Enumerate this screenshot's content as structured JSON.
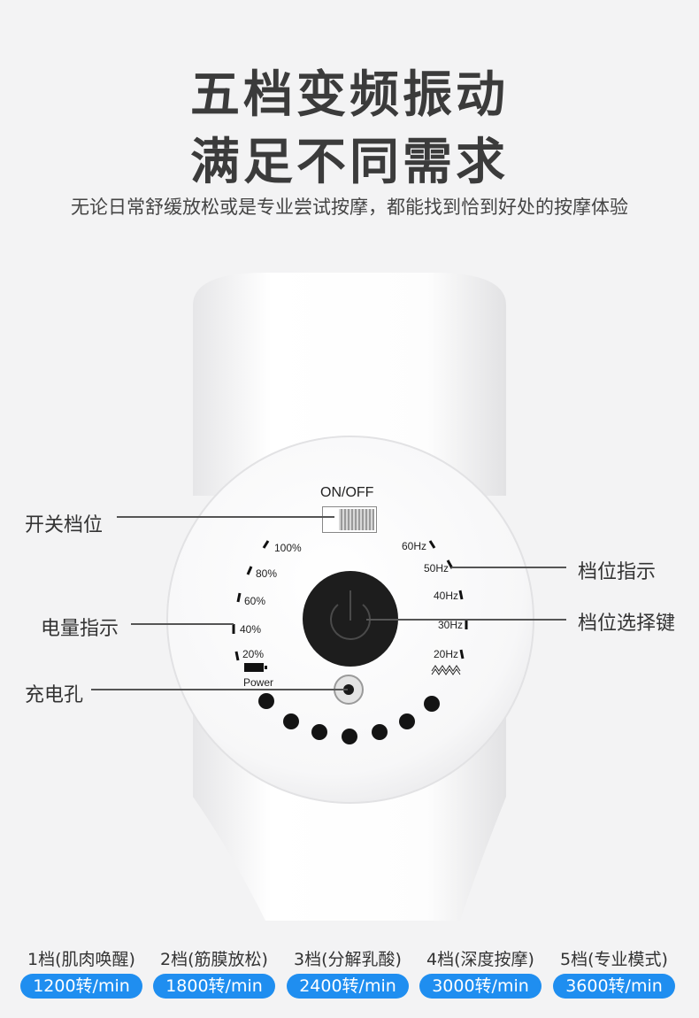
{
  "header": {
    "title_line1": "五档变频振动",
    "title_line2": "满足不同需求",
    "subtitle": "无论日常舒缓放松或是专业尝试按摩，都能找到恰到好处的按摩体验"
  },
  "callouts": {
    "switch": "开关档位",
    "battery": "电量指示",
    "charge": "充电孔",
    "gear_indicator": "档位指示",
    "gear_select": "档位选择键"
  },
  "panel": {
    "onoff": "ON/OFF",
    "battery_levels": [
      "100%",
      "80%",
      "60%",
      "40%",
      "20%"
    ],
    "power_label": "Power",
    "freq_levels": [
      "60Hz",
      "50Hz",
      "40Hz",
      "30Hz",
      "20Hz"
    ]
  },
  "gears": [
    {
      "label": "1档(肌肉唤醒)",
      "speed": "1200转/min"
    },
    {
      "label": "2档(筋膜放松)",
      "speed": "1800转/min"
    },
    {
      "label": "3档(分解乳酸)",
      "speed": "2400转/min"
    },
    {
      "label": "4档(深度按摩)",
      "speed": "3000转/min"
    },
    {
      "label": "5档(专业模式)",
      "speed": "3600转/min"
    }
  ],
  "colors": {
    "accent": "#1f8ef0",
    "background": "#f3f3f4",
    "title": "#3b3b3b"
  }
}
